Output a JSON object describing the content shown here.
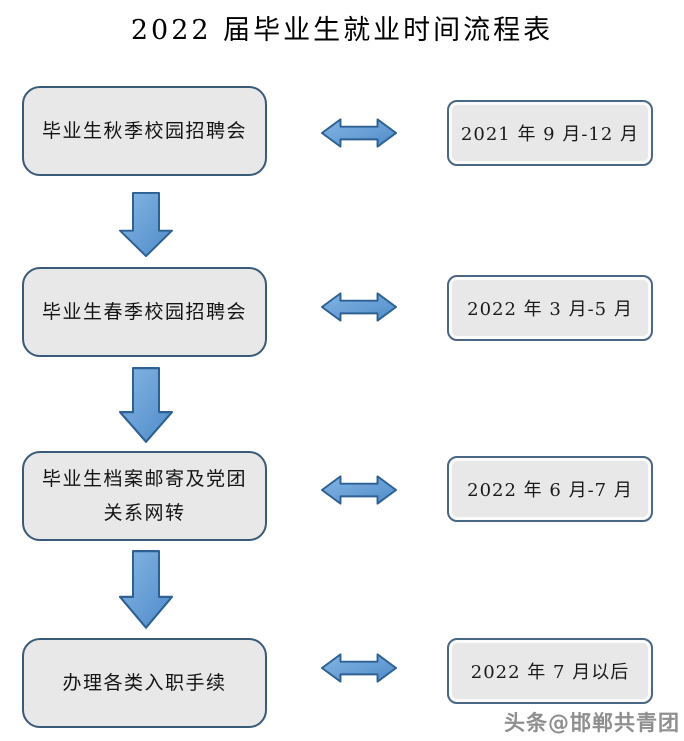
{
  "title": "2022 届毕业生就业时间流程表",
  "colors": {
    "arrow_fill": "#5B9BD5",
    "arrow_stroke": "#2E6191",
    "step_box_border": "#3A5A78",
    "time_box_border": "#4A6785",
    "box_fill": "#E9E8E8"
  },
  "flowchart": {
    "rows": [
      {
        "step": "毕业生秋季校园招聘会",
        "time": "2021 年 9 月-12 月"
      },
      {
        "step": "毕业生春季校园招聘会",
        "time": "2022 年 3 月-5 月"
      },
      {
        "step": "毕业生档案邮寄及党团关系网转",
        "time": "2022 年 6 月-7 月"
      },
      {
        "step": "办理各类入职手续",
        "time": "2022 年 7 月以后"
      }
    ]
  },
  "watermark": {
    "text": "头条@邯郸共青团"
  }
}
